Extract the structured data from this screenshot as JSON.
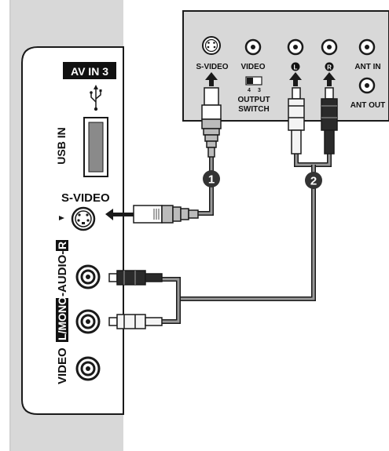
{
  "tv_panel": {
    "badge": "AV IN 3",
    "usb_label": "USB IN",
    "svideo_label": "S-VIDEO",
    "av_side_label_prefix": "VIDEO",
    "av_side_label_mono": "L/MONO",
    "av_side_label_audio": "-AUDIO-",
    "av_side_label_r": "R"
  },
  "device_panel": {
    "svideo_label": "S-VIDEO",
    "video_label": "VIDEO",
    "switch_left": "4",
    "switch_right": "3",
    "output_switch_line1": "OUTPUT",
    "output_switch_line2": "SWITCH",
    "left_jack_letter": "L",
    "right_jack_letter": "R",
    "ant_in_label": "ANT IN",
    "ant_out_label": "ANT OUT"
  },
  "callouts": [
    "1",
    "2"
  ],
  "colors": {
    "panel_gray": "#d8d8d8",
    "stroke": "#1a1a1a",
    "badge_bg": "#111111",
    "callout_bg": "#333333",
    "plug_red": "#2a2a2a",
    "plug_white": "#f4f4f4"
  }
}
